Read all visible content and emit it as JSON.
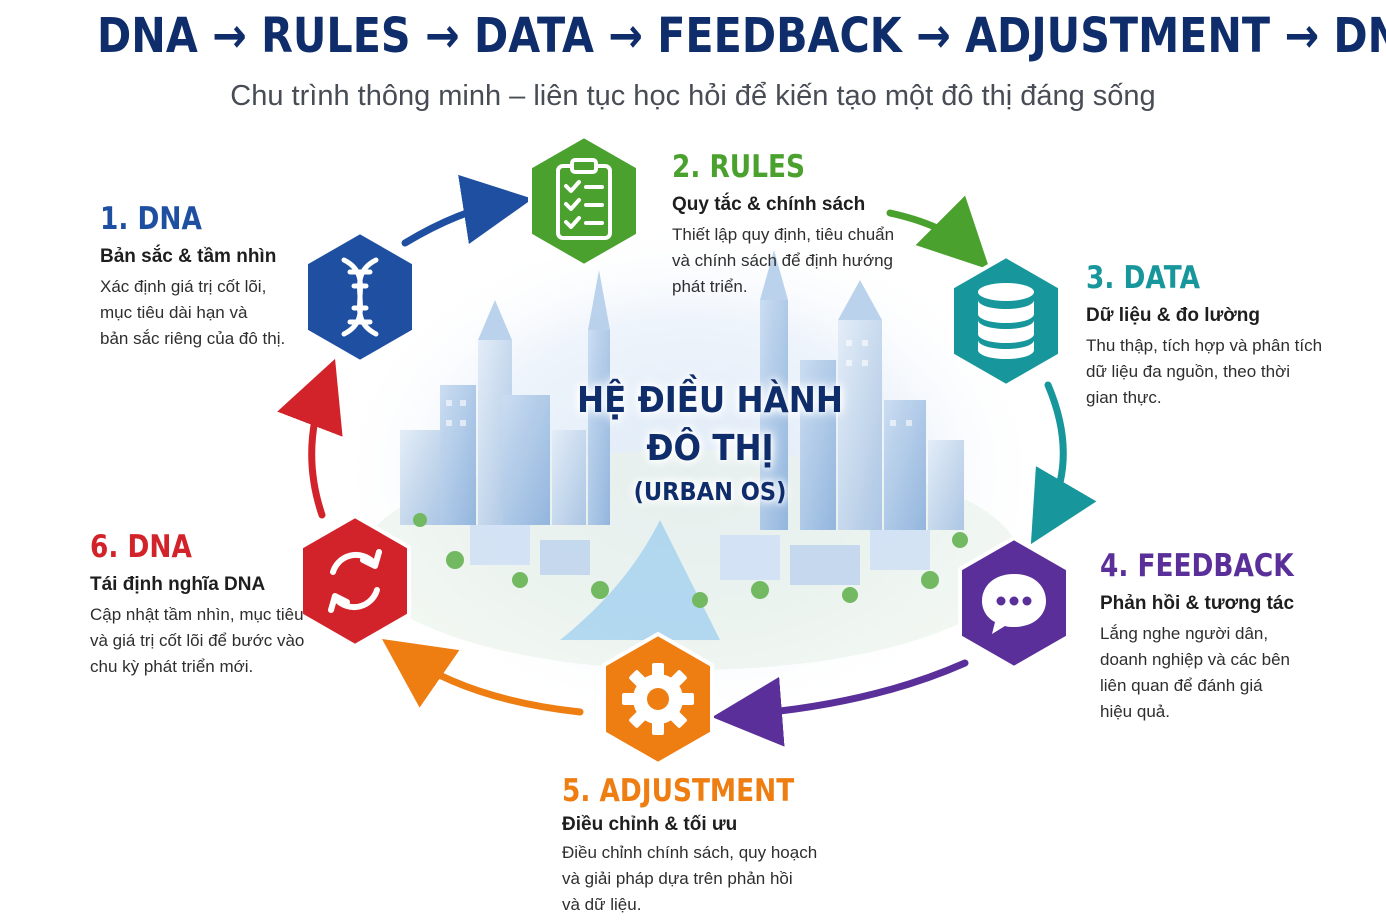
{
  "header": {
    "title": "DNA → RULES → DATA → FEEDBACK → ADJUSTMENT → DNA",
    "subtitle": "Chu trình thông minh – liên tục học hỏi để kiến tạo một đô thị đáng sống"
  },
  "center": {
    "line1": "HỆ ĐIỀU HÀNH",
    "line2": "ĐÔ THỊ",
    "line3": "(URBAN OS)"
  },
  "steps": [
    {
      "title": "1. DNA",
      "subtitle": "Bản sắc & tầm nhìn",
      "description": "Xác định giá trị cốt lõi,\nmục tiêu dài hạn và\nbản sắc riêng của đô thị.",
      "color": "#1f4fa0",
      "icon": "dna-icon"
    },
    {
      "title": "2. RULES",
      "subtitle": "Quy tắc & chính sách",
      "description": "Thiết lập quy định, tiêu chuẩn\nvà chính sách để định hướng\nphát triển.",
      "color": "#4aa12e",
      "icon": "clipboard-checklist-icon"
    },
    {
      "title": "3. DATA",
      "subtitle": "Dữ liệu & đo lường",
      "description": "Thu thập, tích hợp và phân tích\ndữ liệu đa nguồn, theo thời\ngian thực.",
      "color": "#17979c",
      "icon": "database-icon"
    },
    {
      "title": "4. FEEDBACK",
      "subtitle": "Phản hồi & tương tác",
      "description": "Lắng nghe người dân,\ndoanh nghiệp và các bên\nliên quan để đánh giá\nhiệu quả.",
      "color": "#5a2f9a",
      "icon": "chat-bubble-icon"
    },
    {
      "title": "5. ADJUSTMENT",
      "subtitle": "Điều chỉnh & tối ưu",
      "description": "Điều chỉnh chính sách, quy hoạch\nvà giải pháp dựa trên phản hồi\nvà dữ liệu.",
      "color": "#ee7d12",
      "icon": "gear-icon"
    },
    {
      "title": "6. DNA",
      "subtitle": "Tái định nghĩa DNA",
      "description": "Cập nhật tầm nhìn, mục tiêu\nvà giá trị cốt lõi để bước vào\nchu kỳ phát triển mới.",
      "color": "#d3232a",
      "icon": "refresh-cycle-icon"
    }
  ]
}
